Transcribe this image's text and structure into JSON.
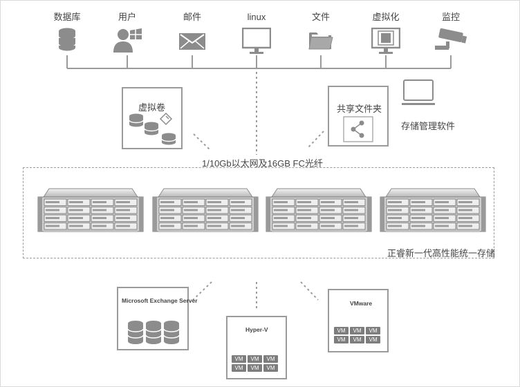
{
  "clients": [
    {
      "label": "数据库",
      "icon": "database-icon"
    },
    {
      "label": "用户",
      "icon": "user-icon"
    },
    {
      "label": "邮件",
      "icon": "mail-icon"
    },
    {
      "label": "linux",
      "icon": "monitor-icon"
    },
    {
      "label": "文件",
      "icon": "folder-icon"
    },
    {
      "label": "虚拟化",
      "icon": "virtualization-icon"
    },
    {
      "label": "监控",
      "icon": "camera-icon"
    }
  ],
  "services": {
    "virtual_volume": {
      "label": "虚拟卷",
      "icon": "disk-stack-icon"
    },
    "shared_folder": {
      "label": "共享文件夹",
      "icon": "share-icon"
    },
    "management": {
      "label": "存储管理软件",
      "icon": "laptop-icon"
    }
  },
  "network": {
    "label": "1/10Gb以太网及16GB FC光纤"
  },
  "storage": {
    "label": "正睿新一代高性能统一存储",
    "units": 4,
    "icon": "rack-server-icon"
  },
  "hosts": {
    "exchange": {
      "label": "Microsoft Exchange Server"
    },
    "hyperv": {
      "label": "Hyper-V",
      "vms": [
        "VM",
        "VM",
        "VM",
        "VM",
        "VM",
        "VM"
      ]
    },
    "vmware": {
      "label": "VMware",
      "vms": [
        "VM",
        "VM",
        "VM",
        "VM",
        "VM",
        "VM"
      ]
    }
  },
  "colors": {
    "line": "#9a9a9a",
    "icon": "#8c8c8c",
    "box_border": "#9a9a9a"
  }
}
